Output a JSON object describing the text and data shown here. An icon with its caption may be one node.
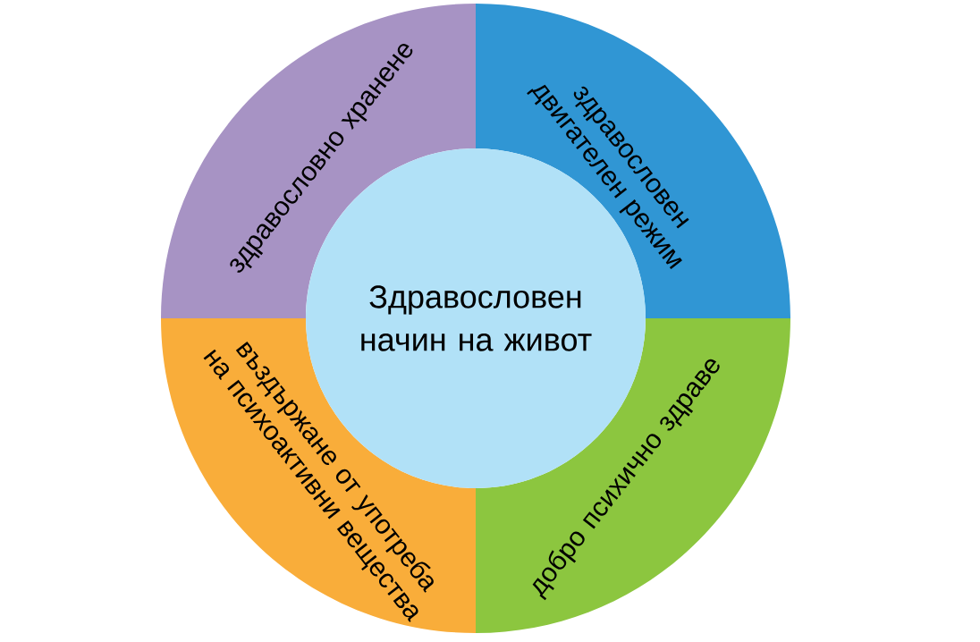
{
  "diagram": {
    "nodes": [
      {
        "text": [
          "Здравословен начин на живот"
        ]
      },
      {
        "text": [
          "здравословно хранене"
        ]
      },
      {
        "text": [
          "здравословен двигателен режим"
        ]
      },
      {
        "text": [
          "добро психично здраве"
        ]
      },
      {
        "text": [
          "въздържане от употреба на психоактивни вещества"
        ]
      }
    ]
  }
}
